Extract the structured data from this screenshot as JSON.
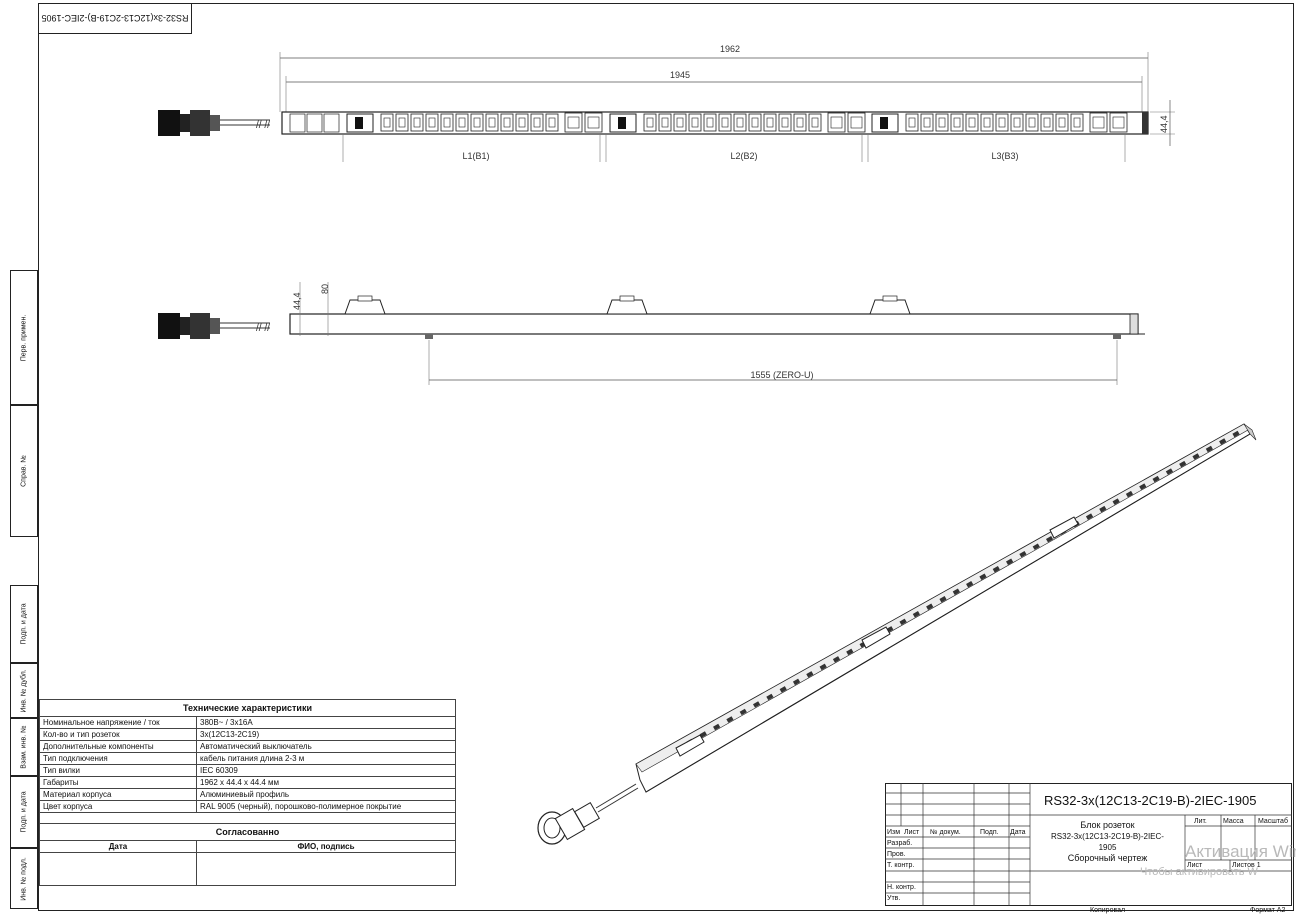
{
  "stamp_top": "RS32-3х(12C13-2C19-B)-2IEC-1905",
  "side_labels": [
    "Перв. примен.",
    "Справ. №",
    "Подп. и дата",
    "Инв. № дубл.",
    "Взам. инв. №",
    "Подп. и дата",
    "Инв. № подл."
  ],
  "dimensions": {
    "total_length": "1962",
    "body_length": "1945",
    "height_front": "44,4",
    "height_side_a": "44,4",
    "height_side_b": "80",
    "mount_spacing": "1555 (ZERO-U)"
  },
  "sections": [
    "L1(B1)",
    "L2(B2)",
    "L3(B3)"
  ],
  "tech": {
    "title": "Технические характеристики",
    "rows": [
      {
        "k": "Номинальное напряжение / ток",
        "v": "380В~ / 3x16A"
      },
      {
        "k": "Кол-во и тип розеток",
        "v": "3x(12C13-2C19)"
      },
      {
        "k": "Дополнительные компоненты",
        "v": "Автоматический выключатель"
      },
      {
        "k": "Тип подключения",
        "v": "кабель питания  длина 2-3 м"
      },
      {
        "k": "Тип вилки",
        "v": "IEC 60309"
      },
      {
        "k": "Габариты",
        "v": "1962 x 44.4 x 44.4 мм"
      },
      {
        "k": "Материал корпуса",
        "v": "Алюминиевый профиль"
      },
      {
        "k": "Цвет корпуса",
        "v": "RAL 9005 (черный), порошково-полимерное покрытие"
      }
    ],
    "approval_title": "Согласованно",
    "approval_col1": "Дата",
    "approval_col2": "ФИО, подпись"
  },
  "title_block": {
    "designation": "RS32-3х(12C13-2C19-B)-2IEC-1905",
    "name_line1": "Блок розеток",
    "name_line2": "RS32-3х(12C13-2C19-B)-2IEC-",
    "name_line3": "1905",
    "name_line4": "Сборочный чертеж",
    "col_izm": "Изм",
    "col_list": "Лист",
    "col_doc": "№ докум.",
    "col_sign": "Подп.",
    "col_date": "Дата",
    "row_razrab": "Разраб.",
    "row_prov": "Пров.",
    "row_tkontr": "Т. контр.",
    "row_nkontr": "Н. контр.",
    "row_utv": "Утв.",
    "lit": "Лит.",
    "mass": "Масса",
    "scale": "Масштаб",
    "sheet": "Лист",
    "sheets": "Листов 1",
    "copied": "Копировал",
    "format": "Формат A2"
  },
  "watermark": {
    "line1": "Активация Windo",
    "line2": "Чтобы активировать W"
  }
}
